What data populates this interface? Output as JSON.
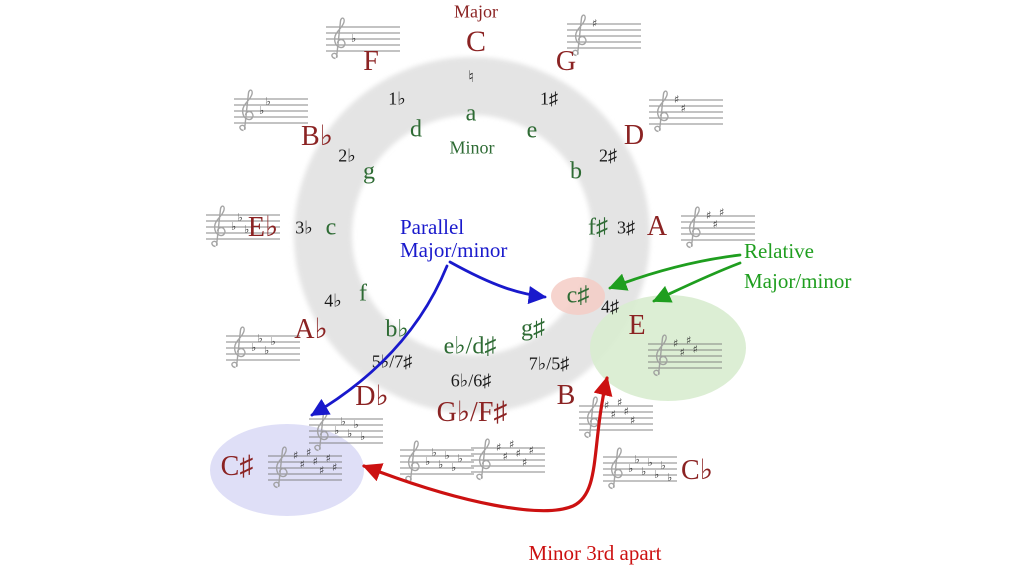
{
  "diagram": {
    "top_label": "Major",
    "center_label": "Minor",
    "natural_sign": "♮"
  },
  "circle": {
    "c": {
      "major": "C",
      "minor": "a"
    },
    "g": {
      "major": "G",
      "minor": "e",
      "sig": "1♯"
    },
    "d": {
      "major": "D",
      "minor": "b",
      "sig": "2♯"
    },
    "a": {
      "major": "A",
      "minor": "f♯",
      "sig": "3♯"
    },
    "e": {
      "major": "E",
      "minor": "c♯",
      "sig": "4♯"
    },
    "b": {
      "major": "B",
      "minor": "g♯",
      "sig": "7♭/5♯"
    },
    "gbfs": {
      "major": "G♭/F♯",
      "minor": "e♭/d♯",
      "sig": "6♭/6♯"
    },
    "db": {
      "major": "D♭",
      "minor": "b♭",
      "sig": "5♭/7♯"
    },
    "ab": {
      "major": "A♭",
      "minor": "f",
      "sig": "4♭"
    },
    "eb": {
      "major": "E♭",
      "minor": "c",
      "sig": "3♭"
    },
    "bb": {
      "major": "B♭",
      "minor": "g",
      "sig": "2♭"
    },
    "f": {
      "major": "F",
      "minor": "d",
      "sig": "1♭"
    }
  },
  "enharmonic": {
    "cs_major": "C♯",
    "cb_major": "C♭"
  },
  "annotations": {
    "parallel_line1": "Parallel",
    "parallel_line2": "Major/minor",
    "relative_line1": "Relative",
    "relative_line2": "Major/minor",
    "minor_third": "Minor 3rd apart"
  },
  "staves": [
    {
      "key": "F",
      "type": "flat",
      "count": 1
    },
    {
      "key": "G",
      "type": "sharp",
      "count": 1
    },
    {
      "key": "Bb",
      "type": "flat",
      "count": 2
    },
    {
      "key": "D",
      "type": "sharp",
      "count": 2
    },
    {
      "key": "Eb",
      "type": "flat",
      "count": 3
    },
    {
      "key": "A",
      "type": "sharp",
      "count": 3
    },
    {
      "key": "Ab",
      "type": "flat",
      "count": 4
    },
    {
      "key": "E",
      "type": "sharp",
      "count": 4
    },
    {
      "key": "Db",
      "type": "flat",
      "count": 5
    },
    {
      "key": "B",
      "type": "sharp",
      "count": 5
    },
    {
      "key": "Gb",
      "type": "flat",
      "count": 6
    },
    {
      "key": "Fs",
      "type": "sharp",
      "count": 6
    },
    {
      "key": "Cs",
      "type": "sharp",
      "count": 7
    },
    {
      "key": "Cb",
      "type": "flat",
      "count": 7
    }
  ],
  "colors": {
    "major": "#8b2323",
    "minor": "#2e6b34",
    "sig": "#1a1a1a",
    "blue": "#1919cc",
    "agreen": "#1f9e1f",
    "red": "#cc1111",
    "ring": "#e4e4e4",
    "pink": "#f5cdc6",
    "lightgreen": "#d8eccf",
    "lavender": "#dbdbf6"
  }
}
